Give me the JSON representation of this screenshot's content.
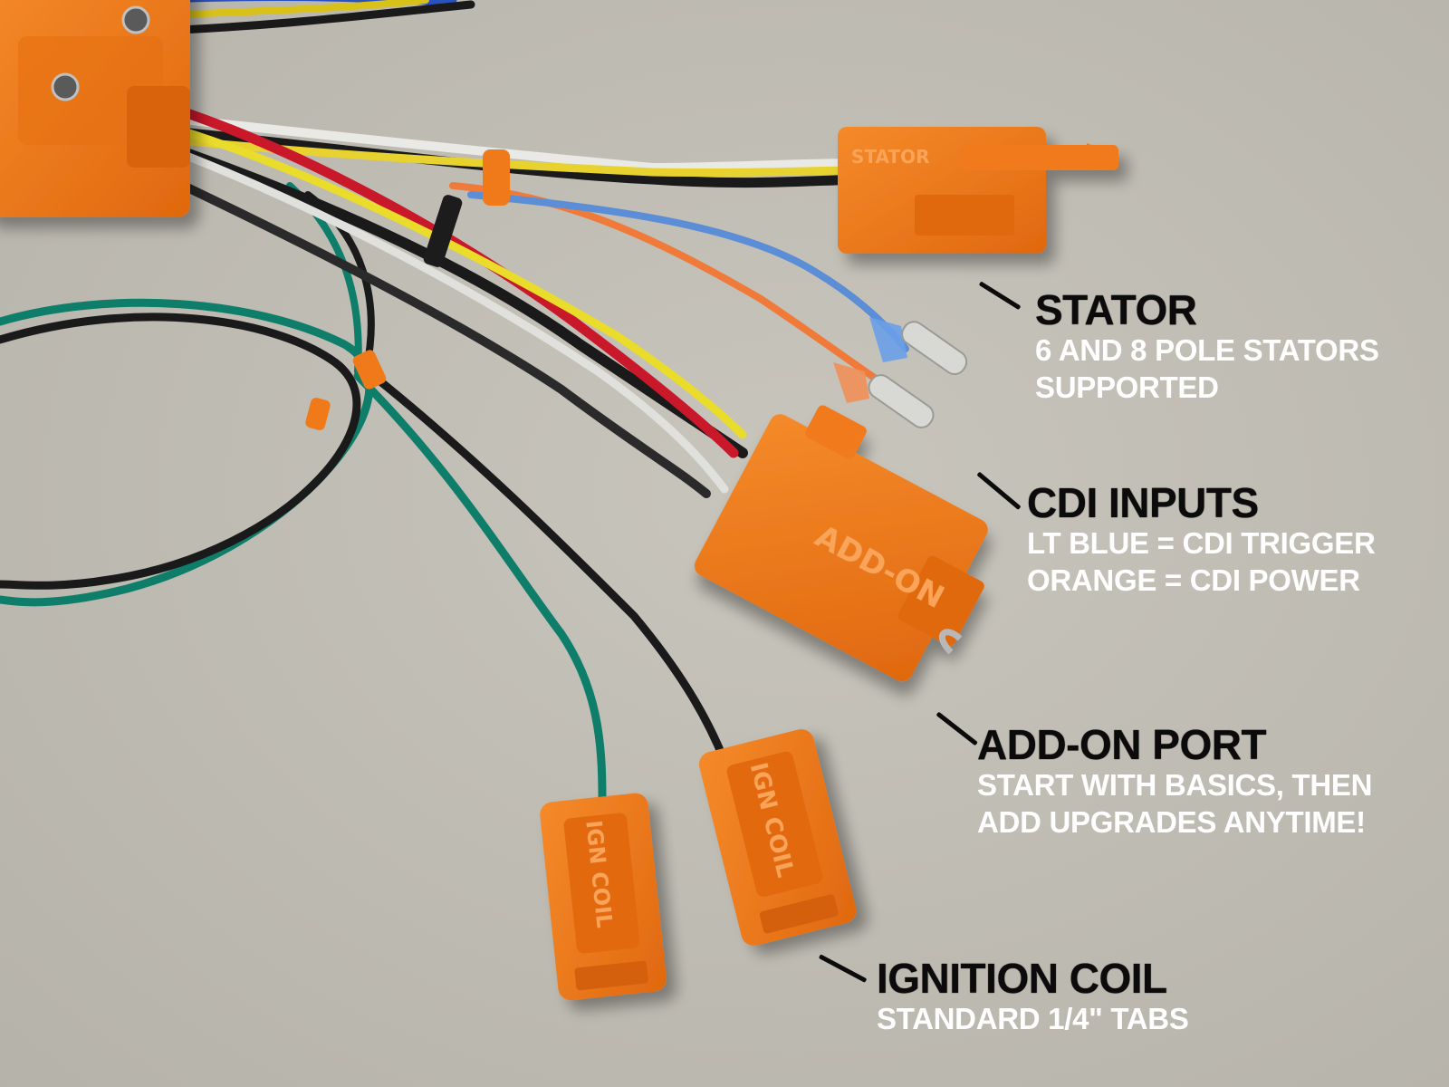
{
  "photo": {
    "background_color": "#c2bfb6",
    "connector_color": "#f07a1a",
    "connector_labels": {
      "stator": "STATOR",
      "add_on": "ADD-ON",
      "ign_coil": "IGN COIL"
    }
  },
  "callouts": [
    {
      "id": "stator",
      "title": "STATOR",
      "lines": [
        "6 AND 8 POLE STATORS",
        "SUPPORTED"
      ]
    },
    {
      "id": "cdi",
      "title": "CDI INPUTS",
      "lines": [
        "LT BLUE = CDI TRIGGER",
        "ORANGE = CDI POWER"
      ]
    },
    {
      "id": "addon",
      "title": "ADD-ON PORT",
      "lines": [
        "START WITH BASICS, THEN",
        "ADD UPGRADES ANYTIME!"
      ]
    },
    {
      "id": "coil",
      "title": "IGNITION COIL",
      "lines": [
        "STANDARD 1/4\" TABS"
      ]
    }
  ]
}
